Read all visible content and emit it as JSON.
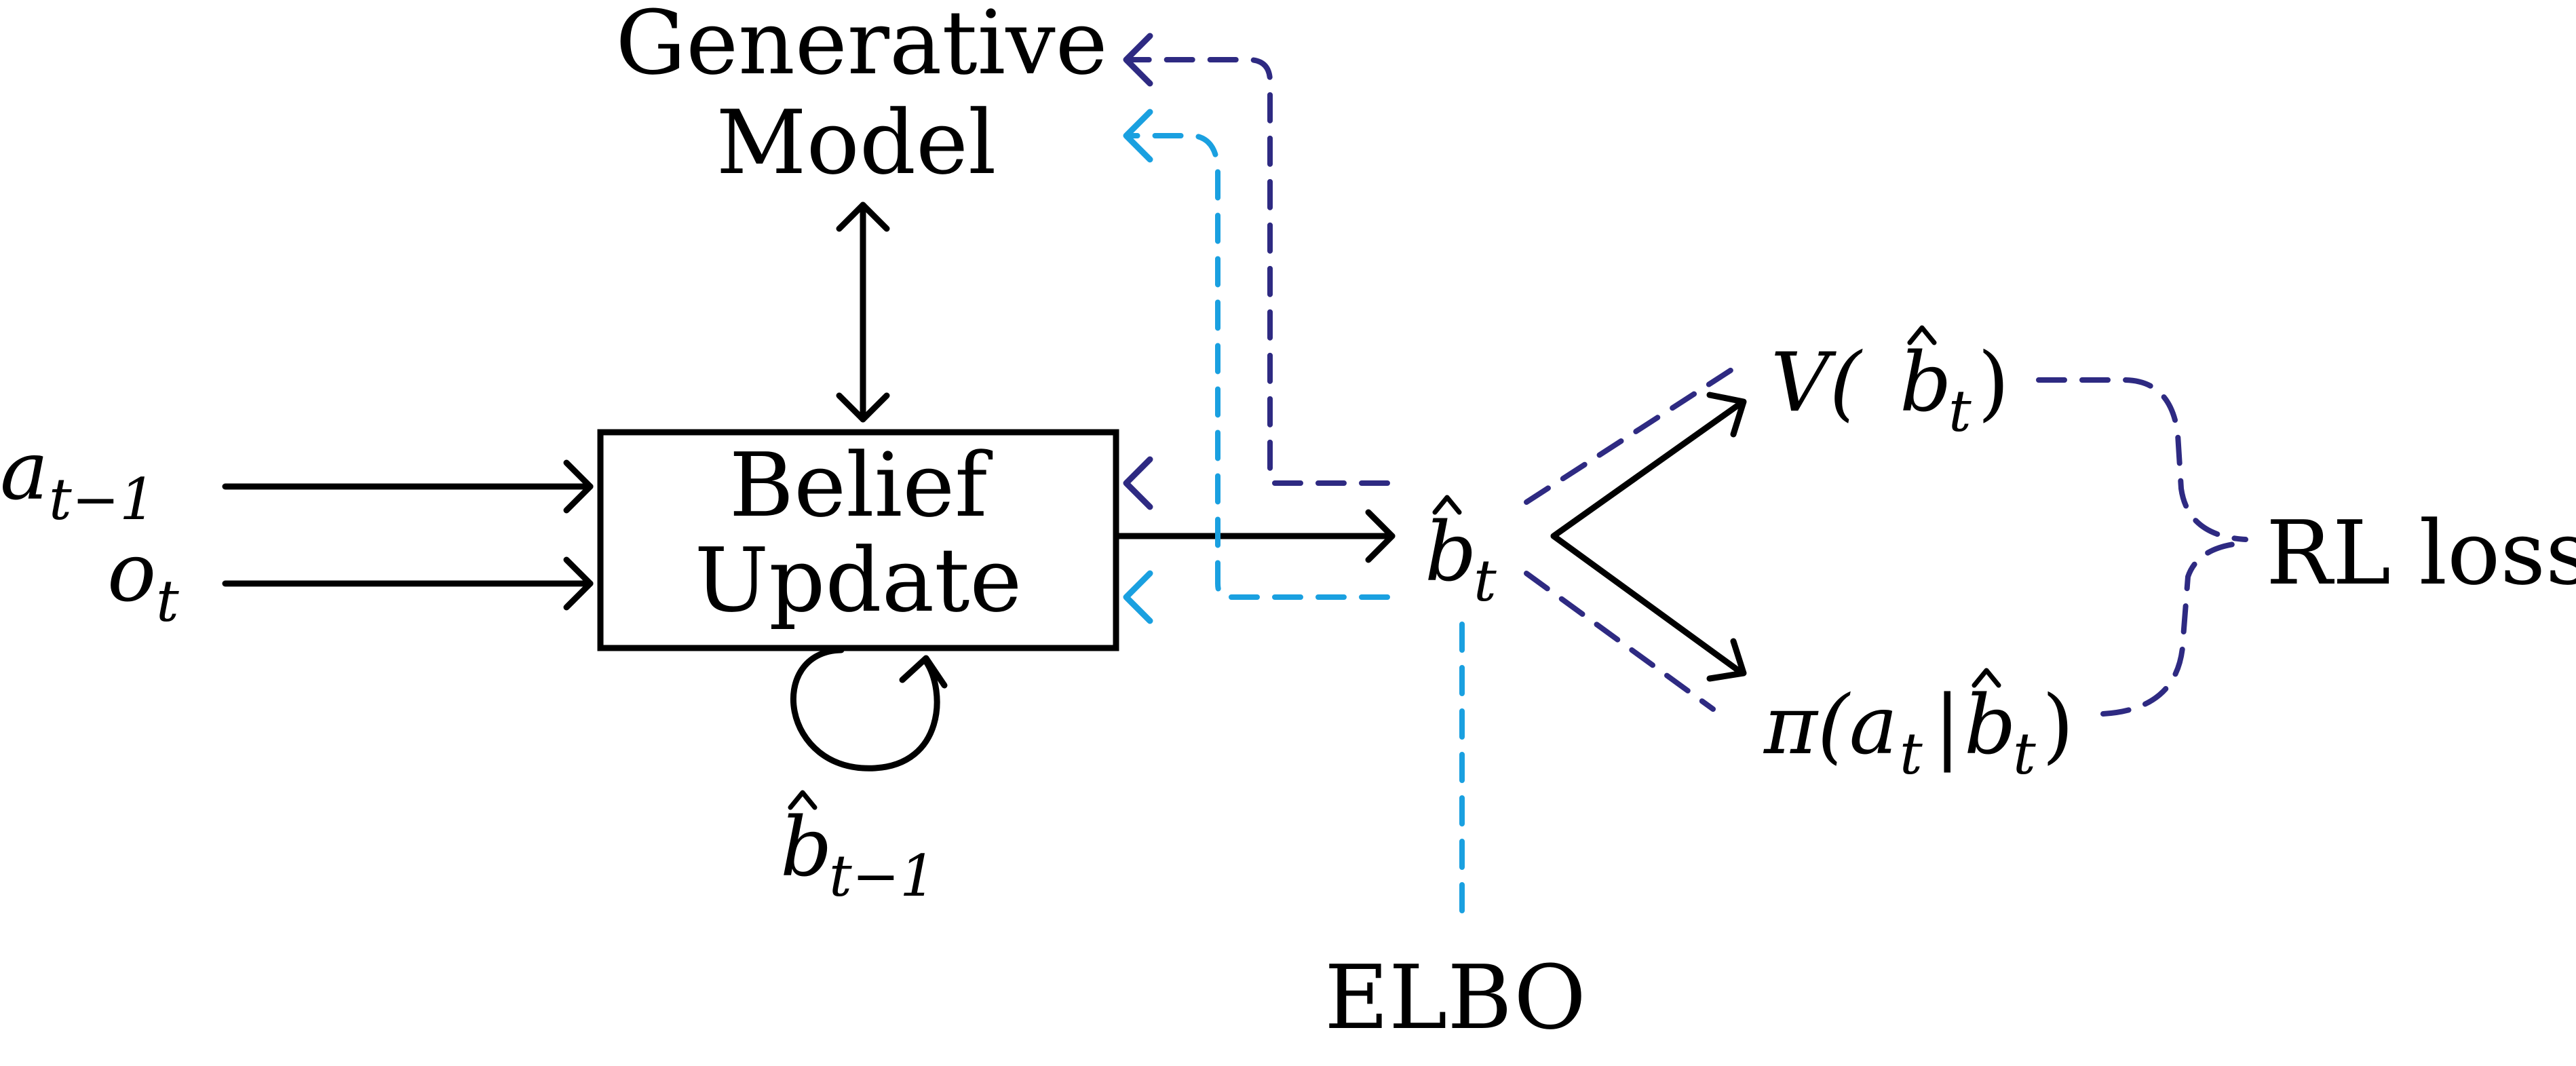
{
  "colors": {
    "rl": "#2e2a82",
    "elbo": "#1aa0e0",
    "ink": "#000000"
  },
  "nodes": {
    "generative_model": {
      "line1": "Generative",
      "line2": "Model"
    },
    "belief_update": {
      "line1": "Belief",
      "line2": "Update"
    },
    "value": {
      "text": "V(",
      "b": "b",
      "sub": "t",
      "close": ")"
    },
    "policy": {
      "text": "π(a",
      "sub_a": "t",
      "bar": "|",
      "b": "b",
      "sub": "t",
      "close": ")"
    },
    "belief_out": {
      "b": "b",
      "sub": "t"
    },
    "belief_prev": {
      "b": "b",
      "sub": "t−1"
    }
  },
  "inputs": {
    "action": {
      "base": "a",
      "sub": "t−1"
    },
    "observation": {
      "base": "o",
      "sub": "t"
    }
  },
  "losses": {
    "rl": "RL loss",
    "elbo": "ELBO"
  }
}
